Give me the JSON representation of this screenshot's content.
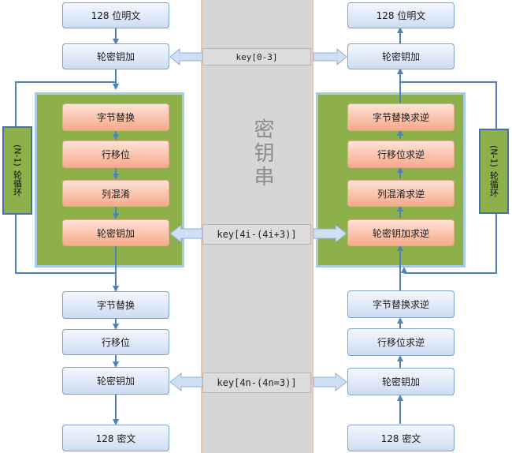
{
  "key_column": {
    "title": "密钥串"
  },
  "keys": {
    "first": "key[0-3]",
    "middle": "key[4i-(4i+3)]",
    "last": "key[4n-(4n=3)]"
  },
  "encrypt": {
    "input": "128 位明文",
    "initial_add": "轮密钥加",
    "round": [
      "字节替换",
      "行移位",
      "列混淆",
      "轮密钥加"
    ],
    "round_label": {
      "paren": "(N-1)",
      "text": "轮循环"
    },
    "final": [
      "字节替换",
      "行移位",
      "轮密钥加"
    ],
    "output": "128 密文"
  },
  "decrypt": {
    "output": "128 位明文",
    "final_add": "轮密钥加",
    "round": [
      "字节替换求逆",
      "行移位求逆",
      "列混淆求逆",
      "轮密钥加求逆"
    ],
    "round_label": {
      "paren": "(N-1)",
      "text": "轮循环"
    },
    "first": [
      "字节替换求逆",
      "行移位求逆",
      "轮密钥加"
    ],
    "input": "128 密文"
  },
  "colors": {
    "arrow_blue": "#4f81bd",
    "green_panel": "#8db04b",
    "orange_box": "#f6a98a",
    "blue_box": "#cddcf2",
    "key_column": "#d6d6d6"
  }
}
